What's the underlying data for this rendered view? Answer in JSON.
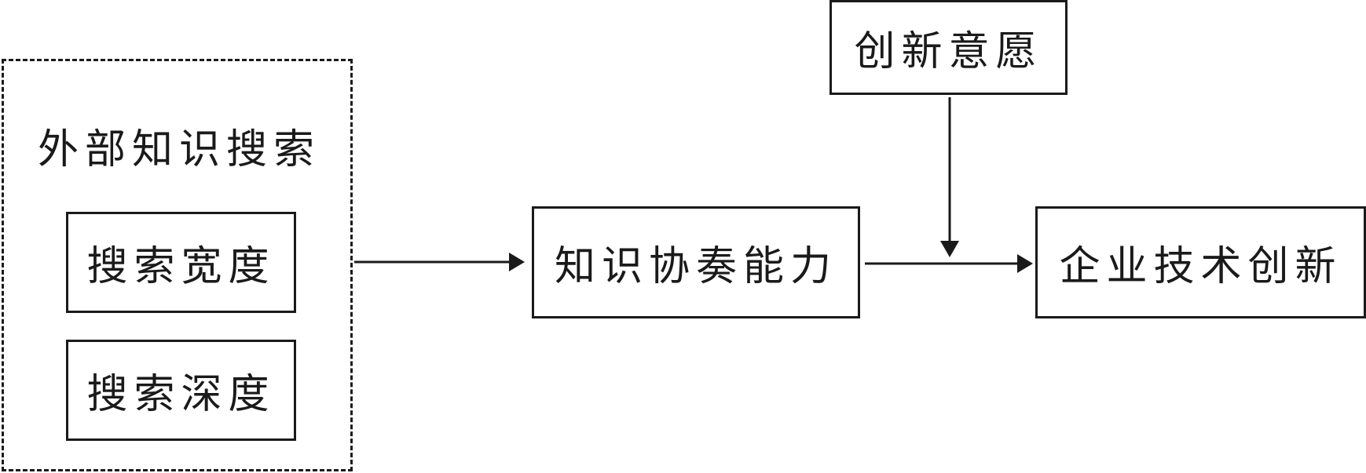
{
  "group": {
    "label": "外部知识搜索",
    "items": [
      {
        "label": "搜索宽度"
      },
      {
        "label": "搜索深度"
      }
    ]
  },
  "nodes": {
    "synergy": "知识协奏能力",
    "innovation": "企业技术创新",
    "willingness": "创新意愿"
  },
  "colors": {
    "stroke": "#1a1a1a",
    "background": "#ffffff"
  }
}
